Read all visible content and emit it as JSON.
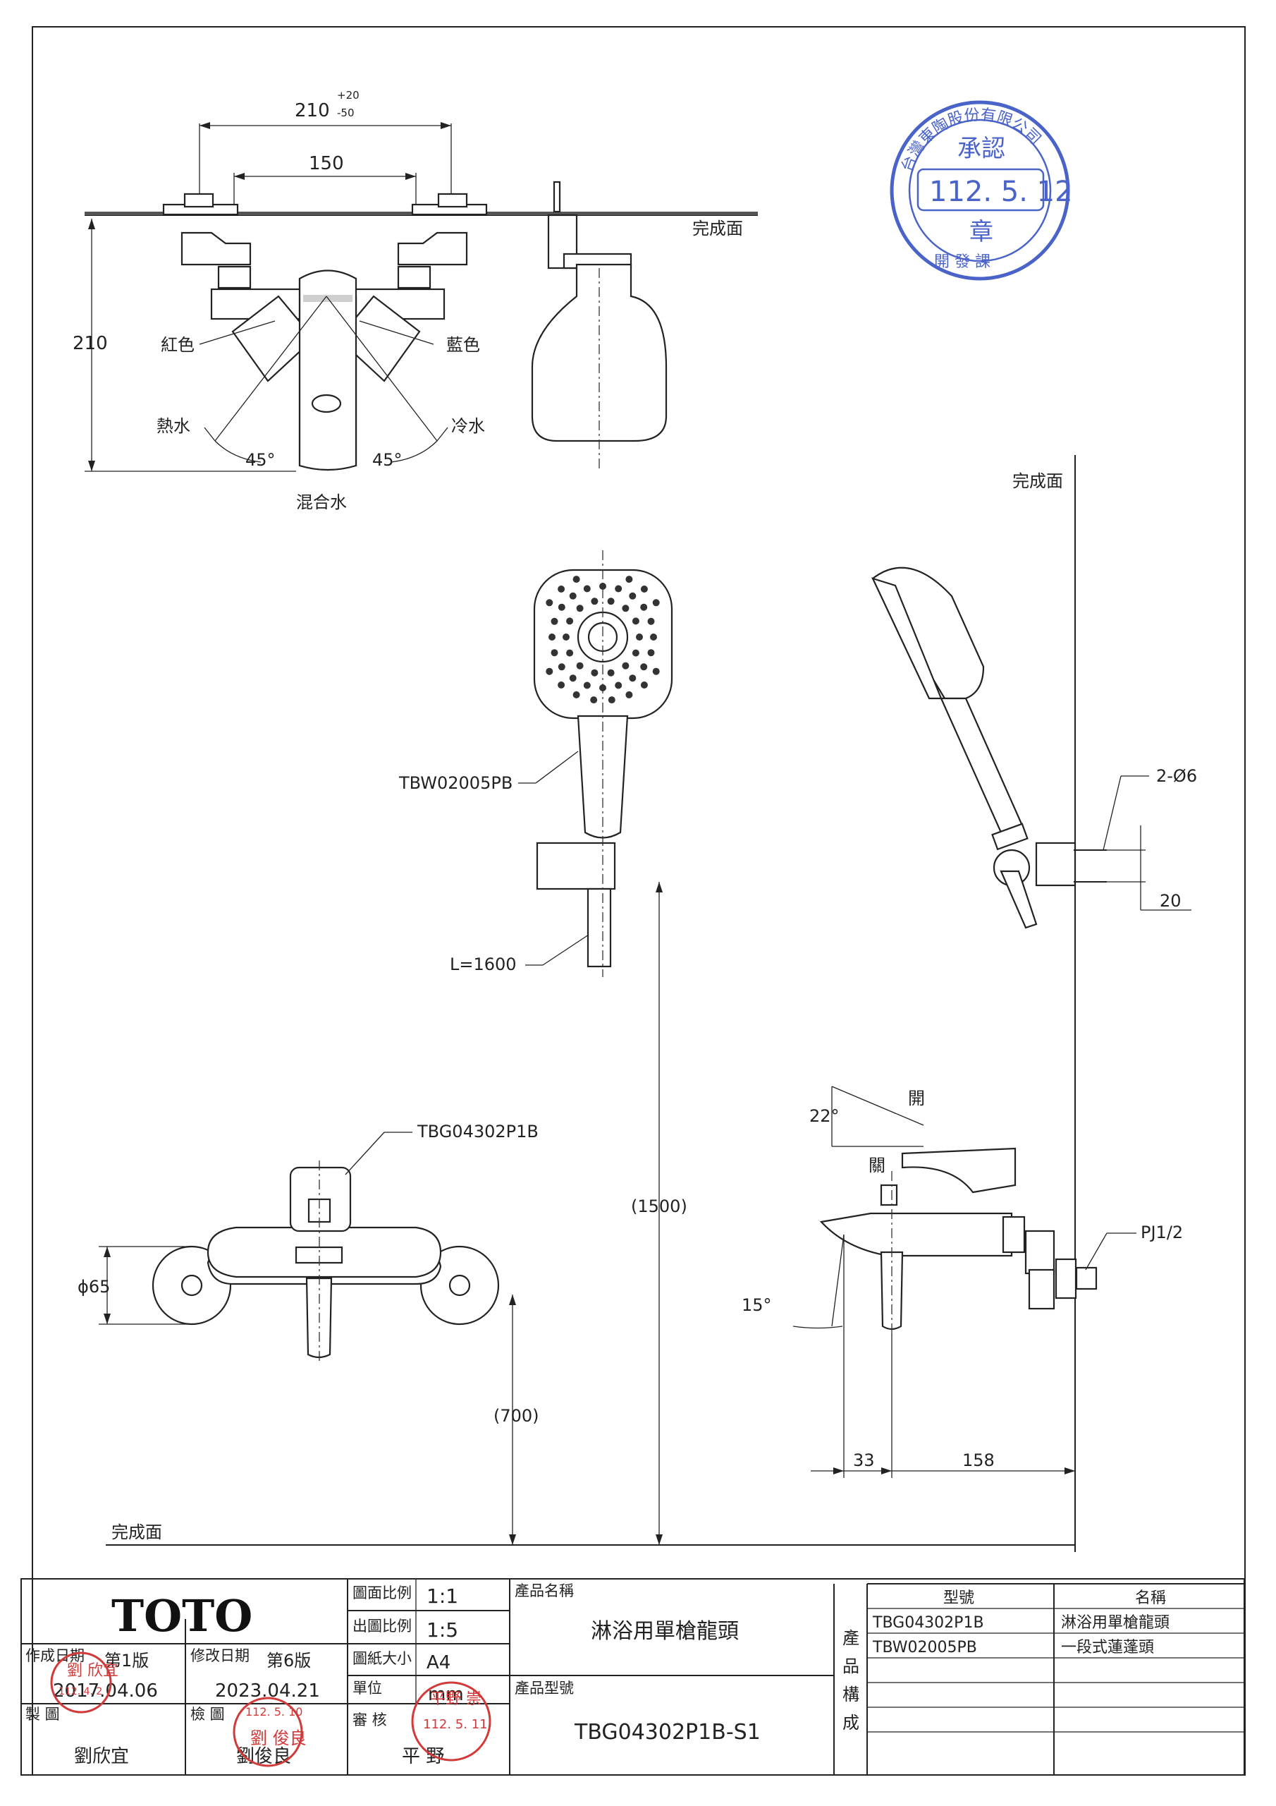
{
  "title_block": {
    "brand": "TOTO",
    "scale_label": "圖面比例",
    "scale_value": "1:1",
    "print_scale_label": "出圖比例",
    "print_scale_value": "1:5",
    "paper_label": "圖紙大小",
    "paper_value": "A4",
    "unit_label": "單位",
    "unit_value": "mm",
    "review_label": "審 核",
    "reviewer": "平 野",
    "created_label": "作成日期",
    "created_edition": "第1版",
    "created_date": "2017.04.06",
    "revised_label": "修改日期",
    "revised_edition": "第6版",
    "revised_date": "2023.04.21",
    "drafter_label": "製 圖",
    "drafter": "劉欣宜",
    "checker_label": "檢 圖",
    "checker": "劉俊良",
    "product_name_label": "產品名稱",
    "product_name": "淋浴用單槍龍頭",
    "product_model_label": "產品型號",
    "product_model": "TBG04302P1B-S1",
    "composition_label": [
      "產",
      "品",
      "構",
      "成"
    ],
    "parts_header_model": "型號",
    "parts_header_name": "名稱",
    "parts": [
      {
        "model": "TBG04302P1B",
        "name": "淋浴用單槍龍頭"
      },
      {
        "model": "TBW02005PB",
        "name": "一段式蓮蓬頭"
      }
    ]
  },
  "approval_stamp": {
    "ring_text": "台灣東陶股份有限公司",
    "top": "承認",
    "date": "112. 5. 12",
    "middle": "章",
    "bottom": "開 發 課"
  },
  "red_stamps": [
    {
      "name": "drafter-seal",
      "text": "劉 欣宜",
      "date": "112. 4. 2"
    },
    {
      "name": "checker-seal",
      "text": "劉 俊良",
      "date": "112. 5. 10"
    },
    {
      "name": "reviewer-seal",
      "text": "平野 崇",
      "date": "112. 5. 11"
    }
  ],
  "top_view": {
    "dim_outer": "210",
    "dim_outer_plus": "+20",
    "dim_outer_minus": "-50",
    "dim_inner": "150",
    "dim_height": "210",
    "finish_surface": "完成面",
    "red_label": "紅色",
    "blue_label": "藍色",
    "hot_label": "熱水",
    "cold_label": "冷水",
    "angle_left": "45°",
    "angle_right": "45°",
    "mixed_label": "混合水"
  },
  "shower_view": {
    "finish_surface": "完成面",
    "head_model": "TBW02005PB",
    "hose_length": "L=1600",
    "holes": "2-Ø6",
    "spacing": "20"
  },
  "faucet_front": {
    "model": "TBG04302P1B",
    "diameter": "ϕ65",
    "height_1500": "(1500)",
    "height_700": "(700)",
    "finish_surface": "完成面"
  },
  "faucet_side": {
    "open": "開",
    "close": "關",
    "angle_handle": "22°",
    "angle_spout": "15°",
    "thread": "PJ1/2",
    "dim_33": "33",
    "dim_158": "158"
  }
}
